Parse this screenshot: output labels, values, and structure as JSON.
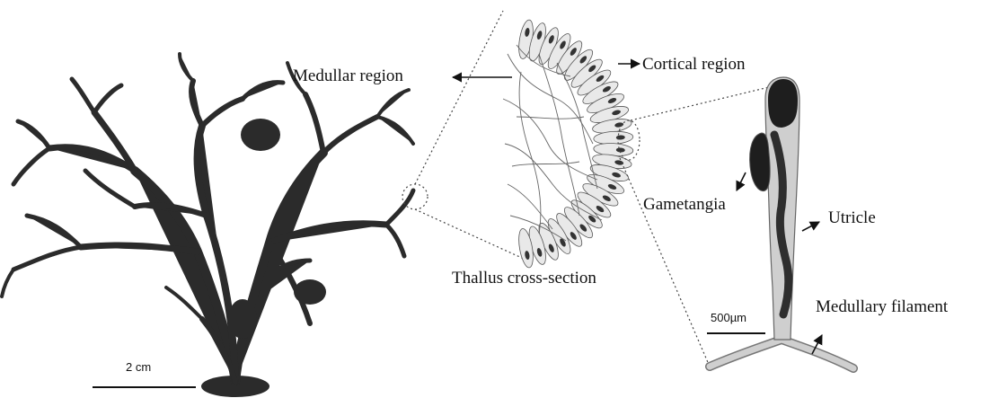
{
  "labels": {
    "medullar_region": "Medullar region",
    "cortical_region": "Cortical region",
    "thallus_cross_section": "Thallus cross-section",
    "gametangia": "Gametangia",
    "utricle": "Utricle",
    "medullary_filament": "Medullary filament"
  },
  "scale_bars": {
    "thallus": "2 cm",
    "utricle": "500µm"
  },
  "colors": {
    "alga": "#2b2b2b",
    "cell_fill": "#e9e9e9",
    "utricle_body": "#cfcfcf",
    "utricle_dark": "#1e1e1e"
  },
  "icons": {
    "arrow": "arrow-icon"
  }
}
